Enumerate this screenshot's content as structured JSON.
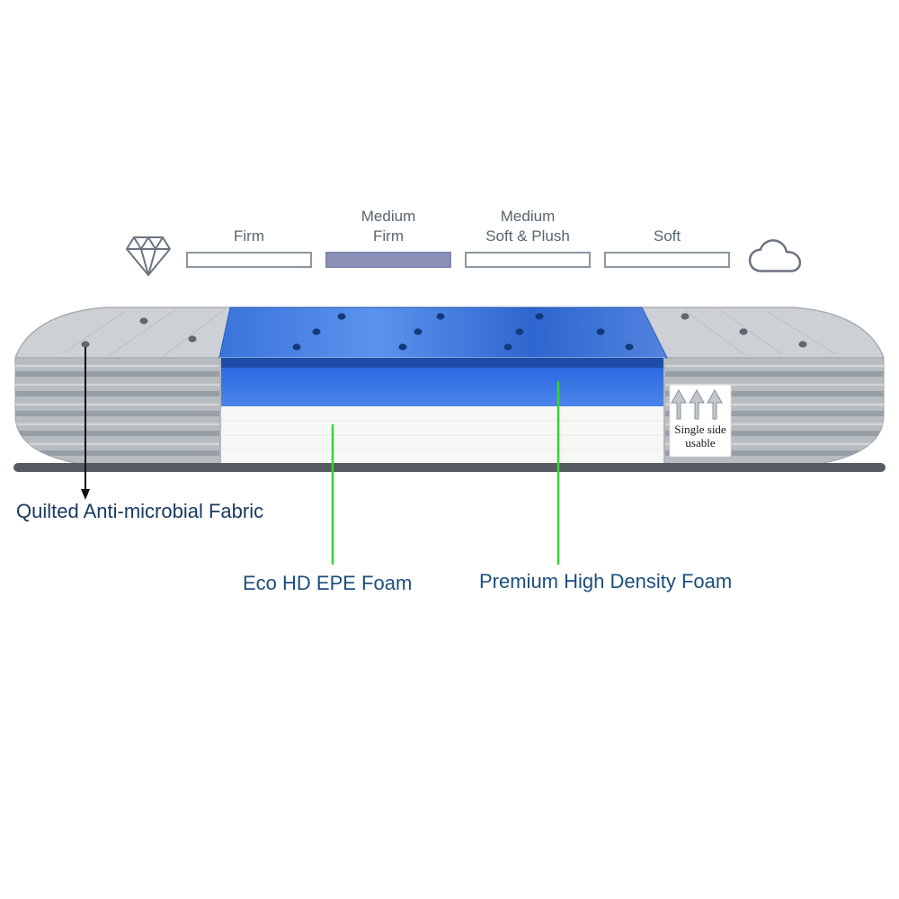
{
  "scale": {
    "items": [
      {
        "lines": [
          "Firm"
        ],
        "filled": false
      },
      {
        "lines": [
          "Medium",
          "Firm"
        ],
        "filled": true
      },
      {
        "lines": [
          "Medium",
          "Soft & Plush"
        ],
        "filled": false
      },
      {
        "lines": [
          "Soft"
        ],
        "filled": false
      }
    ],
    "filled_bar_color": "#8a90b8",
    "bar_border_color": "#8d96a0",
    "left_icon": "diamond-icon",
    "right_icon": "cloud-icon"
  },
  "mattress": {
    "single_side_note": "Single side usable",
    "layer_colors": {
      "quilt_top_gray": "#cdd1d5",
      "gel_top_blue": "#2f6bd8",
      "hd_foam_blue": "#2e6fe3",
      "hd_foam_dark_band": "#1d4da8",
      "epe_foam_white": "#f7f7f6",
      "side_gray": "#b7bcc0",
      "bottom_edge_dark": "#565b61"
    }
  },
  "annotations": {
    "fabric": {
      "label": "Quilted Anti-microbial Fabric",
      "color": "#1a3a60",
      "pointer_color": "#111111"
    },
    "epe": {
      "label": "Eco HD EPE Foam",
      "color": "#1b4e7d",
      "pointer_color": "#35d435"
    },
    "hd": {
      "label": "Premium High Density Foam",
      "color": "#1b4e7d",
      "pointer_color": "#35d435"
    }
  }
}
